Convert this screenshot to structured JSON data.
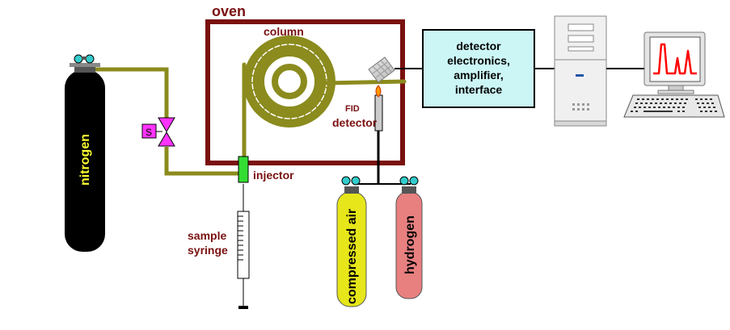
{
  "labels": {
    "oven": "oven",
    "column": "column",
    "injector": "injector",
    "fid": "FID",
    "detector": "detector",
    "sample": "sample",
    "syringe": "syringe",
    "nitrogen": "nitrogen",
    "compressed_air": "compressed air",
    "hydrogen": "hydrogen",
    "valve_mark": "S",
    "electronics_lines": [
      "detector",
      "electronics,",
      "amplifier,",
      "interface"
    ]
  },
  "colors": {
    "tubing": "#8b8b1e",
    "oven_frame": "#7a1010",
    "label_dark": "#7a1010",
    "nitrogen_cylinder": "#000000",
    "nitrogen_text": "#ffff33",
    "air_cylinder": "#e6e61a",
    "hydrogen_cylinder": "#e88080",
    "gauge": "#33cccc",
    "valve": "#ff33ff",
    "injector": "#33dd33",
    "electronics_box": "#ccf5f5",
    "peaks": "#ff0000"
  }
}
